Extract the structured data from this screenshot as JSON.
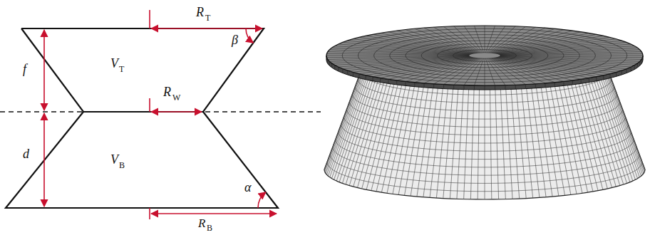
{
  "diagram": {
    "labels": [
      "R",
      "T",
      "β",
      "f",
      "V",
      "T",
      "R",
      "W",
      "d",
      "V",
      "B",
      "α",
      "R",
      "B"
    ]
  }
}
